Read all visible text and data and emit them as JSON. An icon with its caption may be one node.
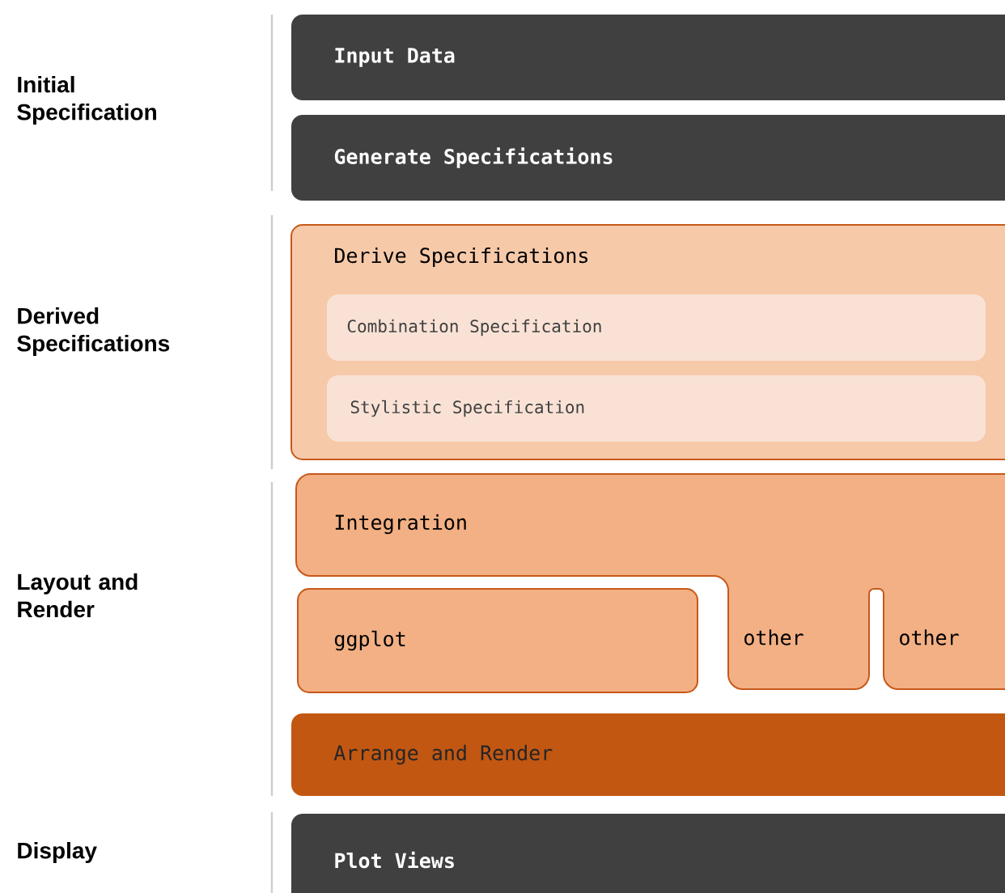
{
  "diagram": {
    "nodes": [
      {
        "text": [
          "Input Data"
        ]
      },
      {
        "text": [
          "Generate Specifications"
        ]
      },
      {
        "text": [
          "Derive Specifications"
        ]
      },
      {
        "text": [
          "Combination Specification"
        ],
        "in": 2
      },
      {
        "text": [
          "Stylistic Specification"
        ],
        "in": 2
      },
      {
        "text": [
          "Integration"
        ]
      },
      {
        "text": [
          "ggplot"
        ]
      },
      {
        "text": [
          "other"
        ],
        "in": 5
      },
      {
        "text": [
          "other"
        ],
        "in": 5
      },
      {
        "text": [
          "Arrange and Render"
        ]
      },
      {
        "text": [
          "Plot Views"
        ]
      }
    ],
    "labels": [
      "Initial Specification",
      "Derived Specifications",
      "Layout and Render",
      "Display"
    ]
  }
}
